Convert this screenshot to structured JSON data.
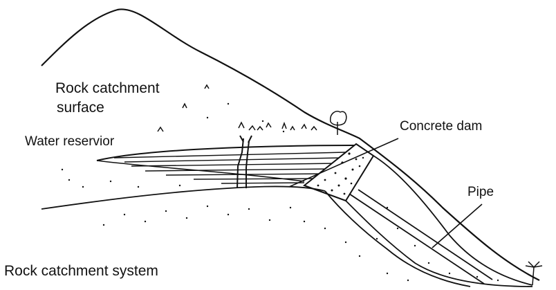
{
  "labels": {
    "catchment_line1": "Rock catchment",
    "catchment_line2": "surface",
    "reservoir": "Water reservior",
    "dam": "Concrete dam",
    "pipe": "Pipe",
    "caption": "Rock catchment system"
  },
  "colors": {
    "ink": "#111111",
    "paper": "#ffffff"
  }
}
